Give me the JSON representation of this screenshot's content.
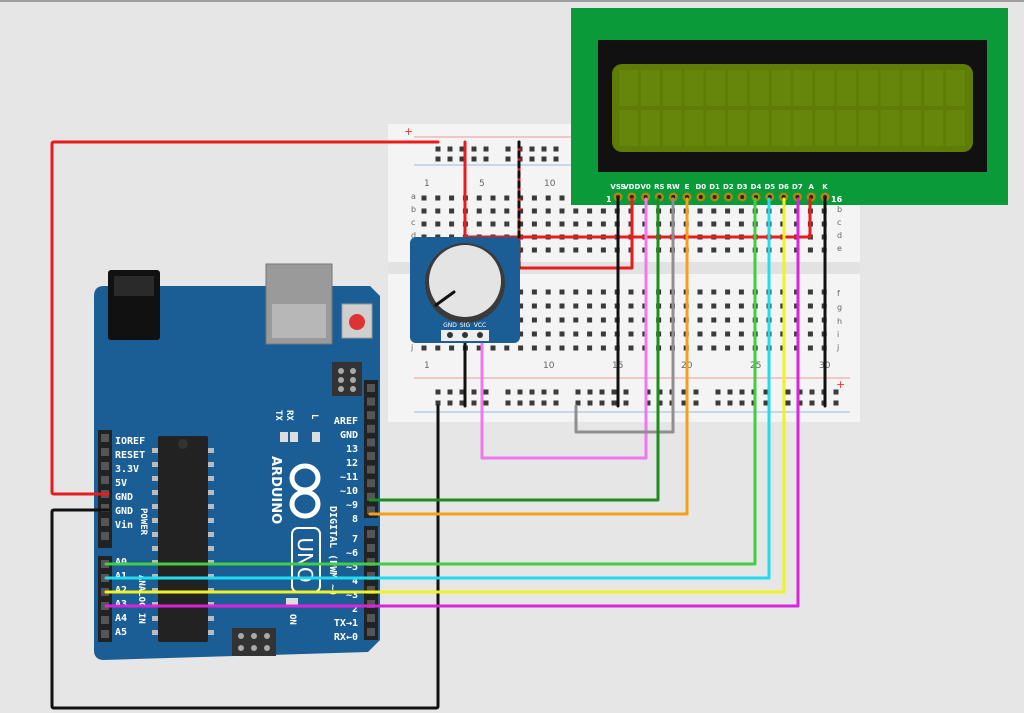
{
  "breadboard": {
    "plus": "+",
    "rows": [
      "a",
      "b",
      "c",
      "d",
      "e",
      "f",
      "g",
      "h",
      "i",
      "j"
    ],
    "columns": [
      "1",
      "5",
      "10",
      "15",
      "20",
      "25",
      "30"
    ]
  },
  "lcd": {
    "pins": [
      "VSS",
      "VDD",
      "V0",
      "RS",
      "RW",
      "E",
      "D0",
      "D1",
      "D2",
      "D3",
      "D4",
      "D5",
      "D6",
      "D7",
      "A",
      "K"
    ],
    "pin_first": "1",
    "pin_last": "16"
  },
  "potentiometer": {
    "pins": [
      "GND",
      "SIG",
      "VCC"
    ]
  },
  "arduino": {
    "brand": "ARDUINO",
    "model": "UNO",
    "reset": "RESET",
    "power_header": [
      "IOREF",
      "RESET",
      "3.3V",
      "5V",
      "GND",
      "GND",
      "Vin"
    ],
    "power_label": "POWER",
    "analog_header": [
      "A0",
      "A1",
      "A2",
      "A3",
      "A4",
      "A5"
    ],
    "analog_label": "ANALOG IN",
    "digital_top": [
      "AREF",
      "GND",
      "13",
      "12",
      "~11",
      "~10",
      "~9",
      "8"
    ],
    "digital_bottom": [
      "7",
      "~6",
      "~5",
      "4",
      "~3",
      "2",
      "TX→1",
      "RX←0"
    ],
    "digital_label": "DIGITAL (PWM ~)",
    "led_tx": "TX",
    "led_rx": "RX",
    "led_l": "L",
    "on": "ON"
  },
  "colors": {
    "background": "#e6e6e6",
    "board": "#1b5e95",
    "lcd_pcb": "#0a9a3a",
    "lcd_screen": "#5f7d06",
    "red": "#e81c1c",
    "black": "#111111",
    "green": "#1e8c1e",
    "orange": "#f5a017",
    "pink": "#f077ee",
    "gray": "#8f8f8f",
    "lime": "#44cc44",
    "cyan": "#20ddee",
    "yellow": "#f2f21e",
    "magenta": "#dd22dd"
  }
}
